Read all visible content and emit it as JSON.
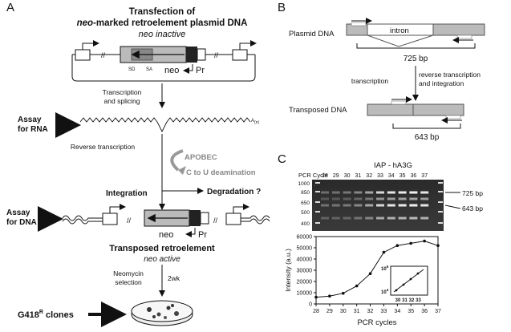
{
  "panelA": {
    "label": "A",
    "title_line1_italic": "neo",
    "title_line1_rest": "-marked retroelement plasmid DNA",
    "title_line0": "Transfection of",
    "title_sub": "neo inactive",
    "sd": "SD",
    "sa": "SA",
    "neo": "neo",
    "pr": "Pr",
    "step_transcription1": "Transcription",
    "step_transcription2": "and splicing",
    "assay_rna1": "Assay",
    "assay_rna2": "for RNA",
    "polyA": "A",
    "polyA_sub": "(n)",
    "step_rt": "Reverse transcription",
    "apobec": "APOBEC",
    "deamination": "C to U deamination",
    "integration": "Integration",
    "degradation": "Degradation ?",
    "assay_dna1": "Assay",
    "assay_dna2": "for DNA",
    "neo2": "neo",
    "pr2": "Pr",
    "transposed": "Transposed retroelement",
    "neo_active": "neo active",
    "selection1": "Neomycin",
    "selection2": "selection",
    "two_wk": "2wk",
    "clones_main": "G418",
    "clones_sup": "R",
    "clones_rest": " clones"
  },
  "panelB": {
    "label": "B",
    "plasmid": "Plasmid DNA",
    "intron": "intron",
    "size1": "725 bp",
    "transcription": "transcription",
    "rt1": "reverse transcription",
    "rt2": "and integration",
    "transposed": "Transposed DNA",
    "size2": "643 bp"
  },
  "panelC": {
    "label": "C",
    "gel_title": "IAP - hA3G",
    "pcr_cycle_label": "PCR Cycle",
    "lane_labels": [
      "28",
      "29",
      "30",
      "31",
      "32",
      "33",
      "34",
      "35",
      "36",
      "37"
    ],
    "ladder_labels": [
      "1000",
      "850",
      "650",
      "500",
      "400"
    ],
    "band_725": "725 bp",
    "band_643": "643 bp"
  },
  "chart_data": {
    "type": "line",
    "xlabel": "PCR cycles",
    "ylabel": "Intensity (a.u.)",
    "x": [
      28,
      29,
      30,
      31,
      32,
      33,
      34,
      35,
      36,
      37
    ],
    "xlim": [
      28,
      37
    ],
    "ylim": [
      0,
      60000
    ],
    "yticks": [
      "0",
      "10000",
      "20000",
      "30000",
      "40000",
      "50000",
      "60000"
    ],
    "series": [
      {
        "values": [
          6000,
          7000,
          9500,
          16000,
          27000,
          46000,
          52000,
          54000,
          56000,
          52000
        ]
      }
    ],
    "inset": {
      "x_ticks": [
        "30",
        "31",
        "32",
        "33"
      ],
      "y_ticks_base": [
        "10",
        "10"
      ],
      "y_ticks_exp": [
        "6",
        "4"
      ],
      "scale": "log"
    }
  }
}
